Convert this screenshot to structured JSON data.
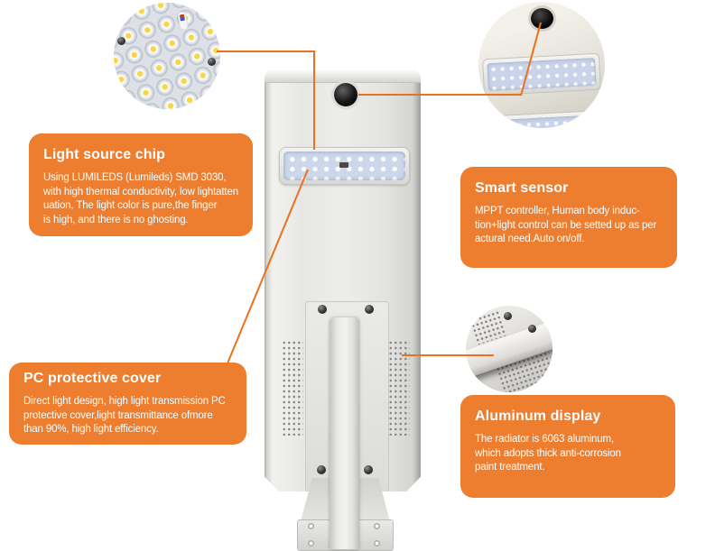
{
  "colors": {
    "callout_orange": "#ED7D2F",
    "connector_orange": "#EB711C",
    "text_white": "#FFFFFF",
    "background": "#FFFFFF"
  },
  "callouts": {
    "light_source_chip": {
      "title": "Light source chip",
      "body": "Using LUMILEDS (Lumileds) SMD 3030,\nwith high thermal conductivity, low lightatten\nuation, The light color is pure,the finger\nis high, and there is no ghosting."
    },
    "smart_sensor": {
      "title": "Smart sensor",
      "body": "MPPT controller, Human body induc-\ntion+light control can be setted up as per\nactural need.Auto on/off."
    },
    "pc_protective_cover": {
      "title": "PC protective cover",
      "body": "Direct light design, high light transmission PC\nprotective cover,light transmittance ofmore\nthan 90%, high light efficiency."
    },
    "aluminum_display": {
      "title": "Aluminum display",
      "body": "The radiator is 6063 aluminum,\nwhich adopts thick anti-corrosion\npaint treatment."
    }
  }
}
